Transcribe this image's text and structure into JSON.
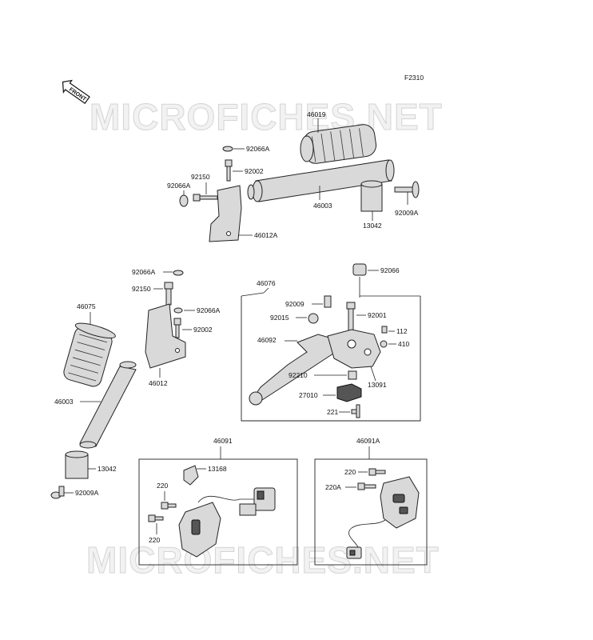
{
  "diagram_code": "F2310",
  "front_marker": "FRONT",
  "watermarks": [
    "MICROFICHES.NET",
    "MICROFICHES.NET"
  ],
  "group_labels": {
    "lever_assy": "46076",
    "switch_left": "46091",
    "switch_right": "46091A"
  },
  "parts": {
    "grip_r": "46019",
    "washer_top": "92066A",
    "bolt_top": "92002",
    "bolt_side": "92150",
    "washer_side": "92066A",
    "pipe_r": "46003",
    "holder_r": "46012A",
    "weight_r": "13042",
    "screw_r": "92009A",
    "washer_l_top": "92066A",
    "bolt_l_side": "92150",
    "washer_l_mid": "92066A",
    "bolt_l": "92002",
    "grip_l": "46075",
    "holder_l": "46012",
    "pipe_l": "46003",
    "weight_l": "13042",
    "screw_l": "92009A",
    "cap": "92066",
    "screw_lever": "92009",
    "bolt_lever": "92001",
    "collar": "92015",
    "screw_112": "112",
    "nut_410": "410",
    "lever": "46092",
    "nut_lever": "92210",
    "bracket": "13091",
    "switch_27010": "27010",
    "screw_221": "221",
    "clamp": "13168",
    "screw_sw_l1": "220",
    "screw_sw_l2": "220",
    "screw_sw_r1": "220",
    "screw_sw_r2": "220A"
  }
}
